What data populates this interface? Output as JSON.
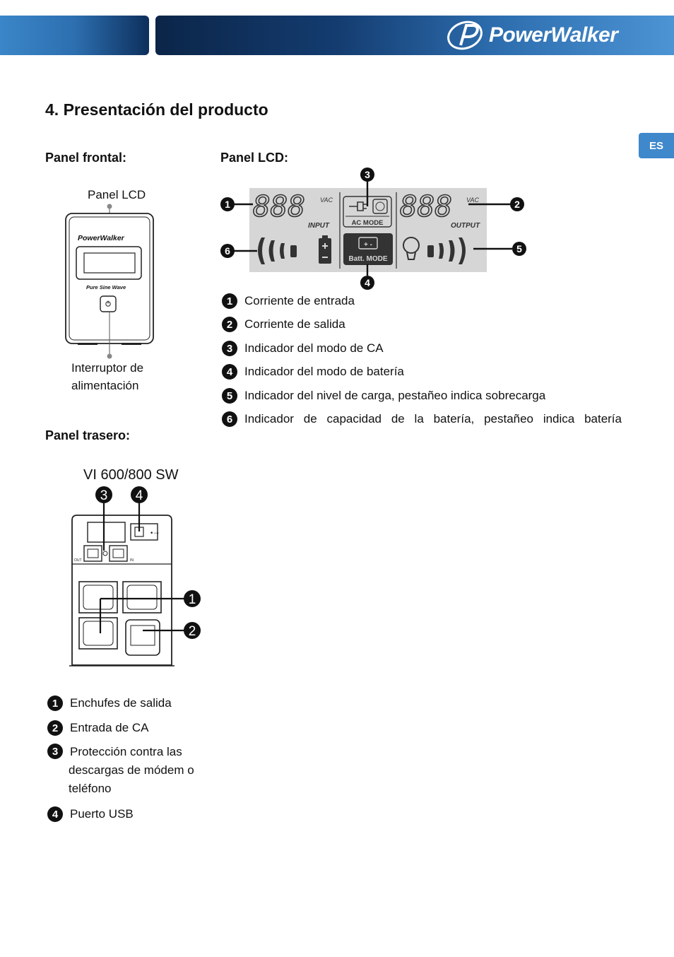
{
  "header": {
    "brand": "PowerWalker",
    "language_tab": "ES"
  },
  "title": "4. Presentación del producto",
  "front_panel": {
    "heading": "Panel frontal:",
    "lcd_label": "Panel LCD",
    "switch_label_line1": "Interruptor de",
    "switch_label_line2": "alimentación",
    "device_brand": "PowerWalker",
    "device_subtitle": "Pure Sine Wave"
  },
  "lcd_panel": {
    "heading": "Panel LCD:",
    "digits_left": "888",
    "digits_right": "888",
    "vac_left": "VAC",
    "vac_right": "VAC",
    "input_label": "INPUT",
    "output_label": "OUTPUT",
    "ac_mode_label": "AC MODE",
    "batt_mode_label": "Batt. MODE",
    "callouts": [
      "1",
      "2",
      "3",
      "4",
      "5",
      "6"
    ],
    "legend": [
      {
        "num": "1",
        "text": "Corriente de entrada"
      },
      {
        "num": "2",
        "text": "Corriente de salida"
      },
      {
        "num": "3",
        "text": "Indicador del modo de CA"
      },
      {
        "num": "4",
        "text": "Indicador del modo de batería"
      },
      {
        "num": "5",
        "text": "Indicador del nivel de carga, pestañeo indica sobrecarga"
      },
      {
        "num": "6",
        "words": [
          "Indicador",
          "de",
          "capacidad",
          "de",
          "la",
          "batería,",
          "pestañeo",
          "indica",
          "batería"
        ]
      }
    ]
  },
  "rear_panel": {
    "heading": "Panel trasero:",
    "model": "VI 600/800 SW",
    "port_out": "OUT",
    "port_in": "IN",
    "callouts": [
      "3",
      "4",
      "1",
      "2"
    ],
    "legend": [
      {
        "num": "1",
        "text": "Enchufes de salida"
      },
      {
        "num": "2",
        "text": "Entrada de CA"
      },
      {
        "num": "3",
        "line1": "Protección contra las",
        "line2": "descargas de módem o",
        "line3": "teléfono"
      },
      {
        "num": "4",
        "text": "Puerto USB"
      }
    ]
  }
}
